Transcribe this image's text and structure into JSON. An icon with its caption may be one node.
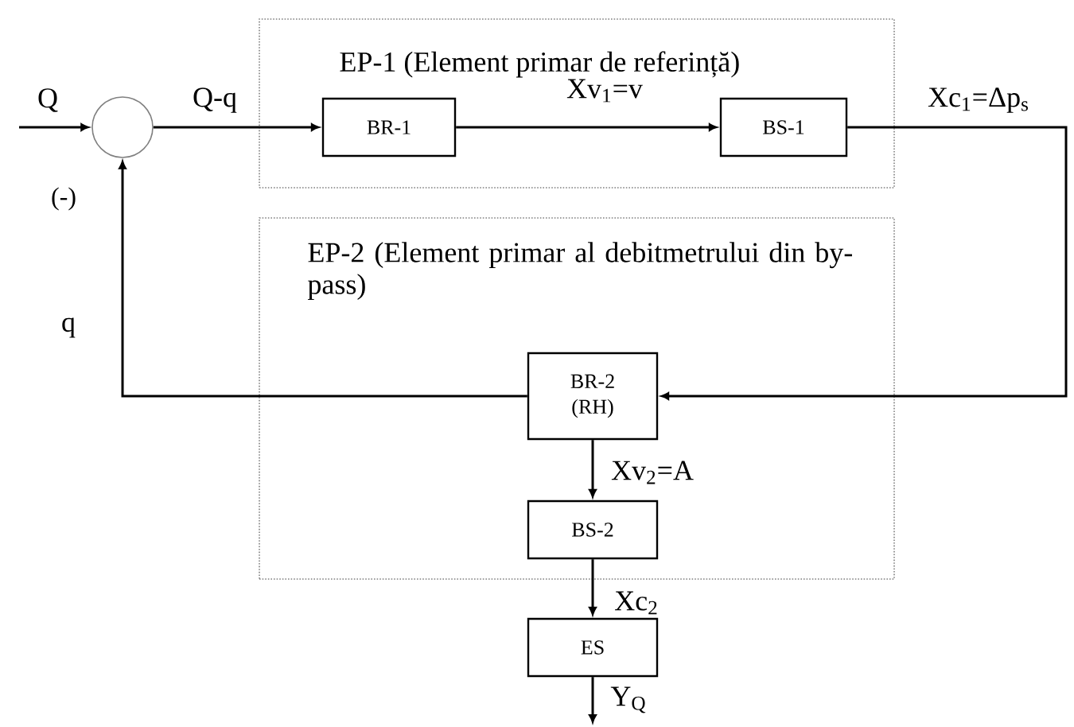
{
  "diagram": {
    "nodes": [
      {
        "text": [
          "EP-1 (Element primar de referință)"
        ]
      },
      {
        "text": [
          "BR-1"
        ],
        "in": 0
      },
      {
        "text": [
          "BS-1"
        ],
        "in": 0
      },
      {
        "text": [
          "EP-2 (Element primar al debitmetrului din by-pass)"
        ]
      },
      {
        "text": [
          "BR-2 (RH)"
        ],
        "in": 3
      },
      {
        "text": [
          "BS-2"
        ],
        "in": 3
      },
      {
        "text": [
          "ES"
        ]
      },
      {
        "text": [],
        "shape": "circle"
      }
    ],
    "edges": [
      {
        "from": null,
        "to": 7,
        "arrow": "to",
        "label": "Q"
      },
      {
        "from": 7,
        "to": 1,
        "arrow": "to",
        "label": "Q-q"
      },
      {
        "from": 1,
        "to": 2,
        "arrow": "to",
        "label": "Xv$_{1}$=v"
      },
      {
        "from": 2,
        "to": 4,
        "arrow": "to",
        "label": "Xc$_{1}$=Δp$_{s}$"
      },
      {
        "from": 4,
        "to": 7,
        "arrow": "to",
        "label": "q"
      },
      {
        "from": 4,
        "to": 5,
        "arrow": "to",
        "label": "Xv$_{2}$=A"
      },
      {
        "from": 5,
        "to": 6,
        "arrow": "to",
        "label": "Xc$_{2}$"
      },
      {
        "from": 6,
        "to": null,
        "arrow": "to",
        "label": "Y$_{Q}$"
      }
    ],
    "labels": [
      "(-)"
    ]
  }
}
